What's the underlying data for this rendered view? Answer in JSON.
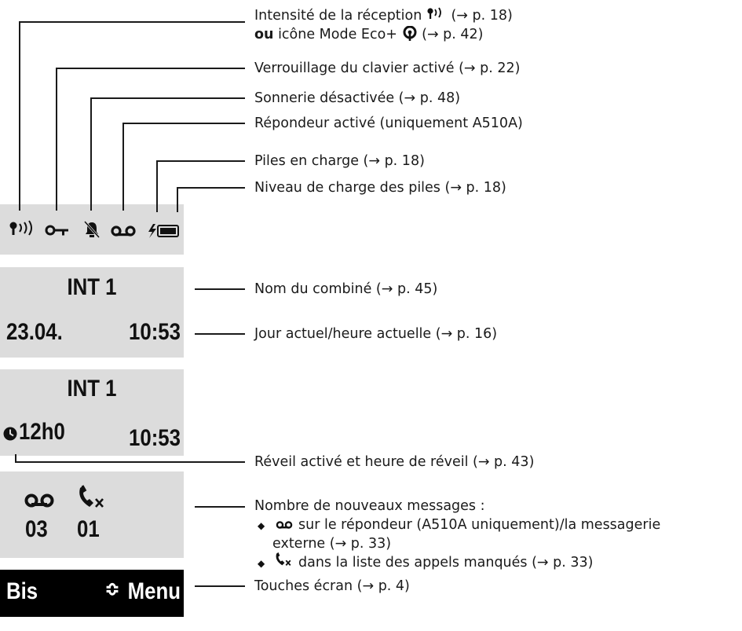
{
  "status_labels": {
    "reception": "Intensité de la réception",
    "reception_ref": "(→ p. 18)",
    "eco_or": "ou",
    "eco": "icône Mode Eco+",
    "eco_ref": "(→ p. 42)",
    "keylock": "Verrouillage du clavier activé (→ p. 22)",
    "ringer": "Sonnerie désactivée (→ p. 48)",
    "answering": "Répondeur activé (uniquement A510A)",
    "charging": "Piles en charge (→ p. 18)",
    "battery": "Niveau de charge des piles (→ p. 18)"
  },
  "idle": {
    "handset_name": "INT 1",
    "date": "23.04.",
    "time": "10:53",
    "handset_name_label": "Nom du combiné (→ p. 45)",
    "date_time_label": "Jour actuel/heure actuelle (→ p. 16)"
  },
  "alarm": {
    "handset_name": "INT 1",
    "alarm_time": "12h0",
    "time": "10:53",
    "label": "Réveil activé et heure de réveil (→ p. 43)"
  },
  "messages": {
    "voicemail_count": "03",
    "missed_count": "01",
    "title": "Nombre de nouveaux messages :",
    "item1_line1": "sur le répondeur (A510A uniquement)/la messagerie",
    "item1_line2": "externe (→ p. 33)",
    "item2": "dans la liste des appels manqués (→ p. 33)"
  },
  "softkeys": {
    "left": "Bis",
    "center": "≎",
    "right": "Menu",
    "label": "Touches écran (→ p. 4)"
  },
  "colors": {
    "panel": "#dcdcdc",
    "softkey_bar": "#000000",
    "line": "#1a1a1a"
  }
}
